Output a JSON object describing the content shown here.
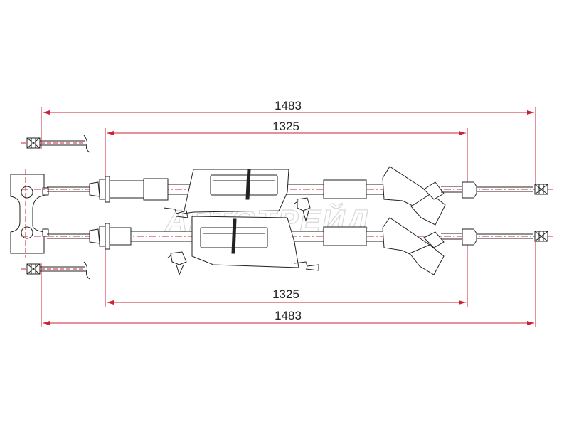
{
  "dimensions": {
    "top_overall": "1483",
    "top_inner": "1325",
    "bottom_inner": "1325",
    "bottom_overall": "1483"
  },
  "watermark": "АВТОТРЕЙД",
  "colors": {
    "dimension_line": "#cc2233",
    "part_outline": "#222222",
    "cable_centerline": "#cc2233",
    "watermark": "#d8d8d8"
  }
}
